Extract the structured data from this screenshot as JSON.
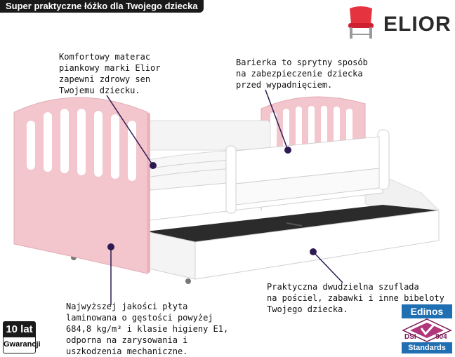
{
  "header": {
    "title": "Super praktyczne łóżko dla Twojego dziecka"
  },
  "brand": {
    "name": "ELIOR",
    "icon": "chair-icon",
    "color": "#e5333f"
  },
  "callouts": {
    "mattress": "Komfortowy materac\npiankowy marki Elior\nzapewni zdrowy sen\nTwojemu dziecku.",
    "barrier": "Barierka to sprytny sposób\nna zabezpieczenie dziecka\nprzed wypadnięciem.",
    "drawer": "Praktyczna dwudzielna szuflada\nna pościel, zabawki i inne bibeloty\nTwojego dziecka.",
    "board": "Najwyższej jakości płyta\nlaminowana o gęstości powyżej\n684,8 kg/m³ i klasie higieny E1,\nodporna na zarysowania i\nuszkodzenia mechaniczne."
  },
  "warranty": {
    "top": "10 lat",
    "bottom": "Gwarancji"
  },
  "certificate": {
    "brand": "Edinos",
    "left": "DSI",
    "right": "804",
    "standard": "Standards"
  },
  "colors": {
    "pink": "#f3c5cc",
    "marker": "#2d1a52",
    "white": "#ffffff"
  }
}
